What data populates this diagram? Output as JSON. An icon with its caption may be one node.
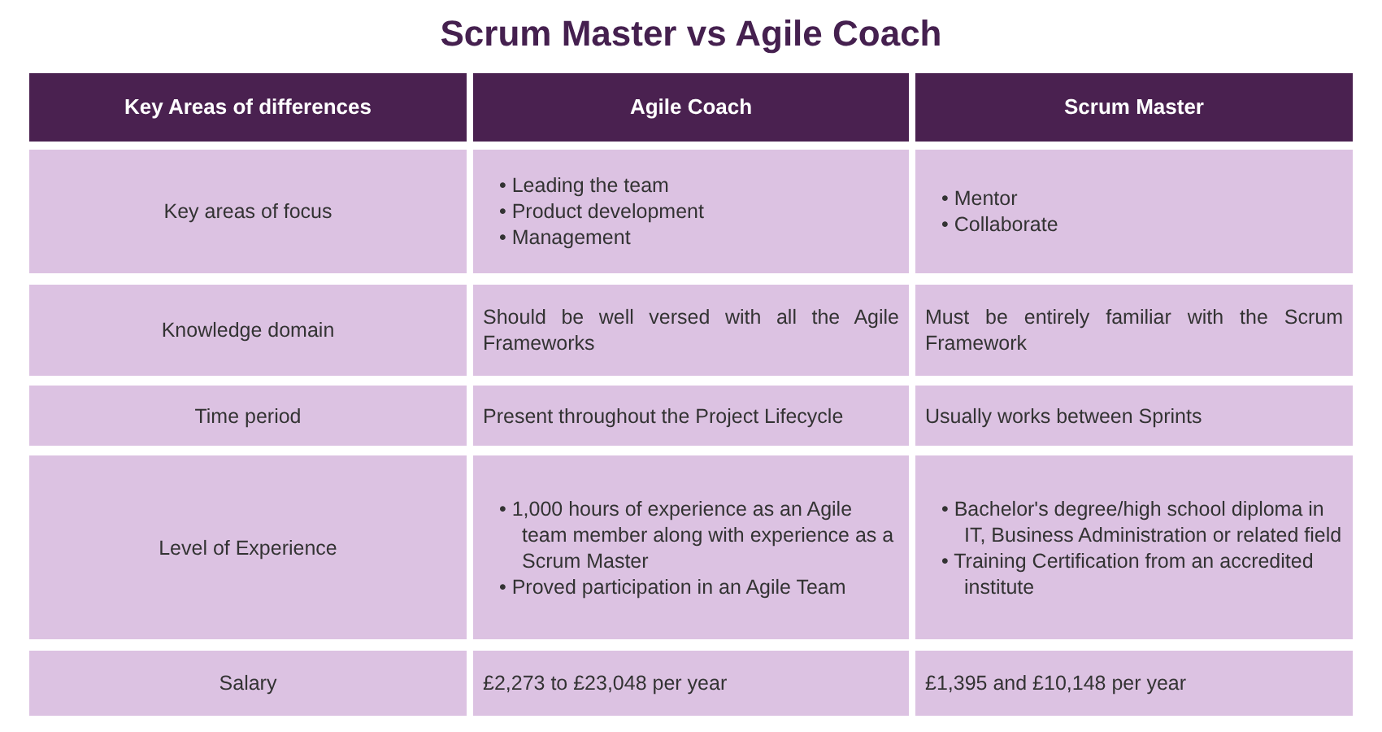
{
  "diagram": {
    "title": "Scrum Master vs Agile Coach",
    "labels": [
      "Key Areas of differences",
      "Agile Coach",
      "Scrum Master",
      "Key areas of focus",
      "• Leading the team",
      "• Product development",
      "• Management",
      "• Mentor",
      "• Collaborate",
      "Knowledge domain",
      "Should be well versed with all the Agile Frameworks",
      "Must be entirely familiar with the Scrum Framework",
      "Time period",
      "Present throughout the Project Lifecycle",
      "Usually works between Sprints",
      "Level of Experience",
      "• 1,000 hours of experience as an Agile team member along with experience as a Scrum Master",
      "• Proved participation in an Agile Team",
      "• Bachelor's degree/high school diploma in IT, Business Administration or related field",
      "• Training Certification from an accredited institute",
      "Salary",
      "£2,273 to £23,048 per year",
      "£1,395 and £10,148 per year"
    ]
  }
}
